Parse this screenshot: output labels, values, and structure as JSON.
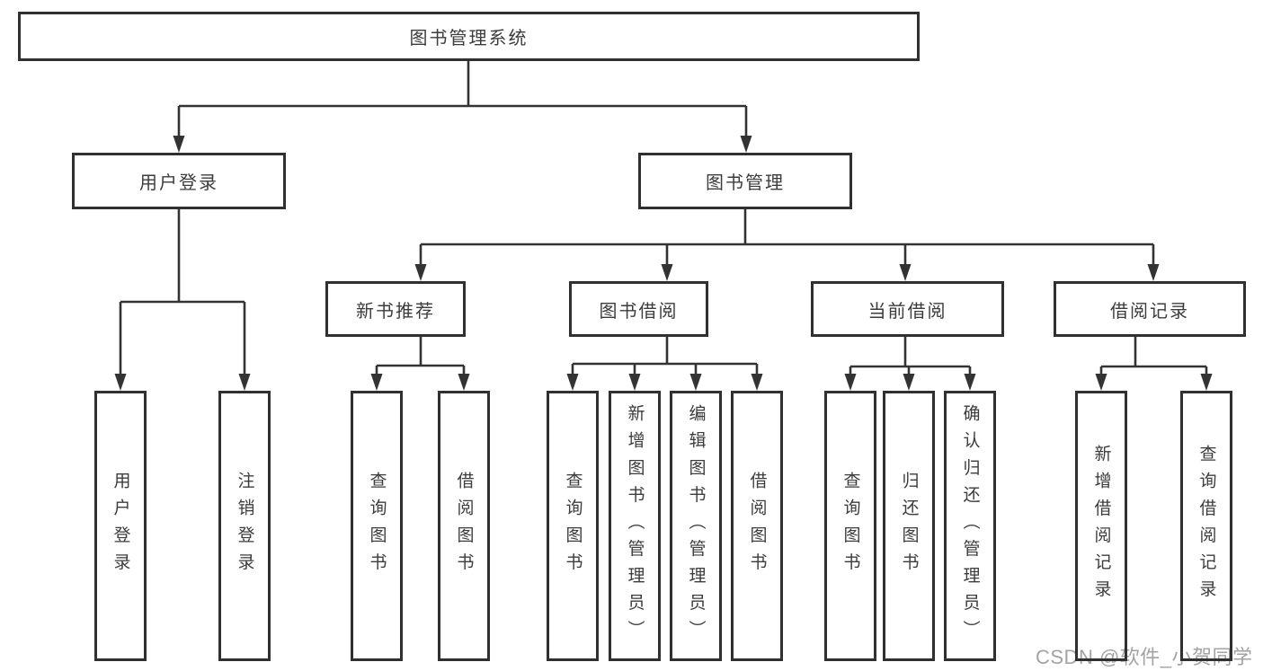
{
  "diagram": {
    "title": "图书管理系统",
    "root": {
      "label": "图书管理系统"
    },
    "level2": [
      {
        "id": "user-login",
        "label": "用户登录",
        "parent": "图书管理系统"
      },
      {
        "id": "book-management",
        "label": "图书管理",
        "parent": "图书管理系统"
      }
    ],
    "level3": [
      {
        "id": "new-book-recommend",
        "label": "新书推荐",
        "parent": "图书管理"
      },
      {
        "id": "book-borrowing",
        "label": "图书借阅",
        "parent": "图书管理"
      },
      {
        "id": "current-borrowing",
        "label": "当前借阅",
        "parent": "图书管理"
      },
      {
        "id": "borrowing-records",
        "label": "借阅记录",
        "parent": "图书管理"
      }
    ],
    "leaves": [
      {
        "label": "用户登录",
        "parent": "用户登录"
      },
      {
        "label": "注销登录",
        "parent": "用户登录"
      },
      {
        "label": "查询图书",
        "parent": "新书推荐"
      },
      {
        "label": "借阅图书",
        "parent": "新书推荐"
      },
      {
        "label": "查询图书",
        "parent": "图书借阅"
      },
      {
        "label": "新增图书（管理员）",
        "parent": "图书借阅"
      },
      {
        "label": "编辑图书（管理员）",
        "parent": "图书借阅"
      },
      {
        "label": "借阅图书",
        "parent": "图书借阅"
      },
      {
        "label": "查询图书",
        "parent": "当前借阅"
      },
      {
        "label": "归还图书",
        "parent": "当前借阅"
      },
      {
        "label": "确认归还（管理员）",
        "parent": "当前借阅"
      },
      {
        "label": "新增借阅记录",
        "parent": "借阅记录"
      },
      {
        "label": "查询借阅记录",
        "parent": "借阅记录"
      }
    ]
  },
  "watermark": "CSDN @软件_小贺同学",
  "colors": {
    "line": "#333333",
    "box_border": "#303030",
    "text": "#3c3c3c",
    "watermark_text": "#a3a3a3",
    "background": "#ffffff"
  }
}
